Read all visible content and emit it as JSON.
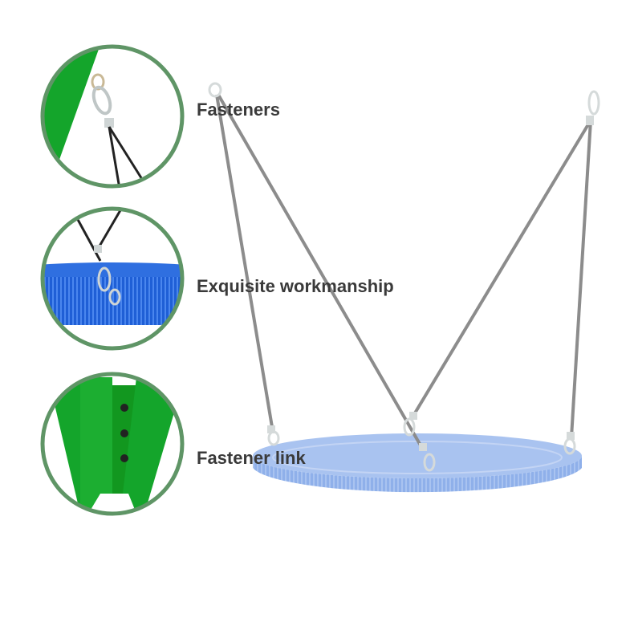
{
  "labels": {
    "fasteners": "Fasteners",
    "workmanship": "Exquisite workmanship",
    "link": "Fastener link"
  },
  "colors": {
    "circle_border": "#5f9566",
    "frame_green": "#14a52b",
    "swing_blue": "#8fb0ea",
    "rope_gray": "#8c8c8c",
    "text": "#3a3a3a"
  }
}
